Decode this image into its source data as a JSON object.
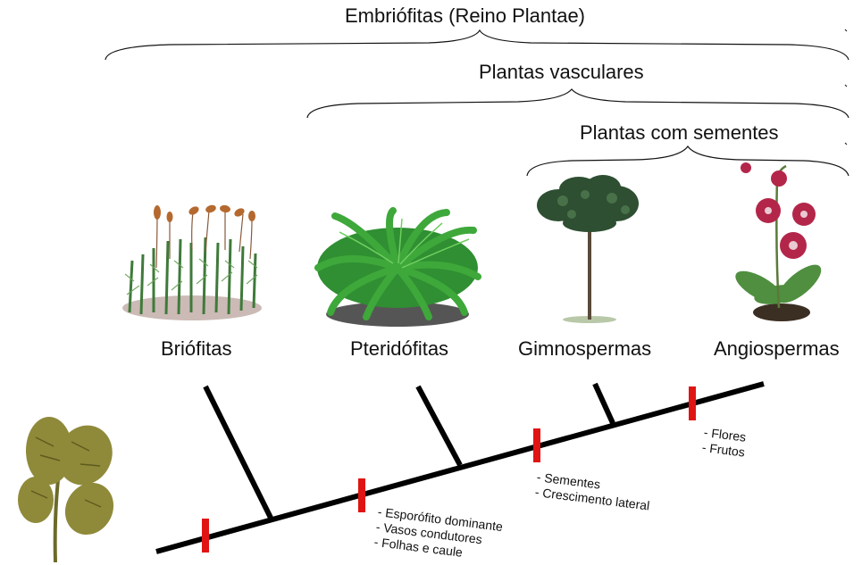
{
  "groups": {
    "embriofitas": "Embriófitas (Reino Plantae)",
    "vasculares": "Plantas vasculares",
    "sementes": "Plantas com sementes"
  },
  "taxa": [
    "Briófitas",
    "Pteridófitas",
    "Gimnospermas",
    "Angiospermas"
  ],
  "traits": {
    "vascular": [
      "- Esporófito dominante",
      "- Vasos condutores",
      "- Folhas e caule"
    ],
    "seed": [
      "- Sementes",
      "- Crescimento lateral"
    ],
    "flower": [
      "- Flores",
      "- Frutos"
    ]
  },
  "colors": {
    "line": "#000000",
    "marker": "#e11414"
  },
  "icons": [
    "moss-illustration",
    "fern-illustration",
    "tree-illustration",
    "orchid-illustration",
    "moss-branch-illustration"
  ]
}
